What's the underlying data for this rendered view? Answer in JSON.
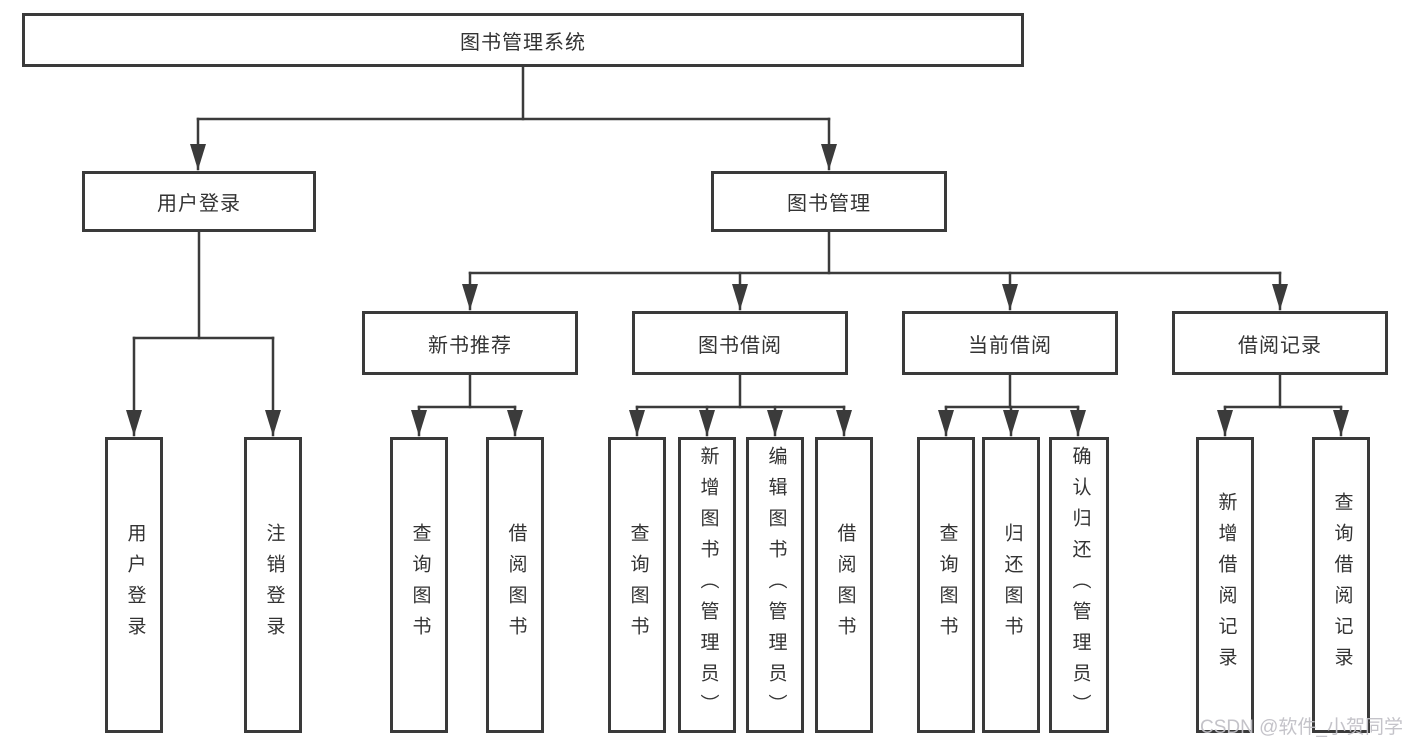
{
  "diagram_title": "图书管理系统",
  "tree": {
    "root": {
      "label": "图书管理系统"
    },
    "branches": [
      {
        "label": "用户登录",
        "leaves": [
          {
            "label": "用户登录"
          },
          {
            "label": "注销登录"
          }
        ]
      },
      {
        "label": "图书管理",
        "children": [
          {
            "label": "新书推荐",
            "leaves": [
              {
                "label": "查询图书"
              },
              {
                "label": "借阅图书"
              }
            ]
          },
          {
            "label": "图书借阅",
            "leaves": [
              {
                "label": "查询图书"
              },
              {
                "label": "新增图书（管理员）"
              },
              {
                "label": "编辑图书（管理员）"
              },
              {
                "label": "借阅图书"
              }
            ]
          },
          {
            "label": "当前借阅",
            "leaves": [
              {
                "label": "查询图书"
              },
              {
                "label": "归还图书"
              },
              {
                "label": "确认归还（管理员）"
              }
            ]
          },
          {
            "label": "借阅记录",
            "leaves": [
              {
                "label": "新增借阅记录"
              },
              {
                "label": "查询借阅记录"
              }
            ]
          }
        ]
      }
    ]
  },
  "watermark": "CSDN @软件_小贺同学",
  "colors": {
    "line": "#3b3b3b",
    "box_border": "#3a3a3a",
    "text": "#333333",
    "watermark": "#c1c0c6",
    "background": "#ffffff"
  }
}
